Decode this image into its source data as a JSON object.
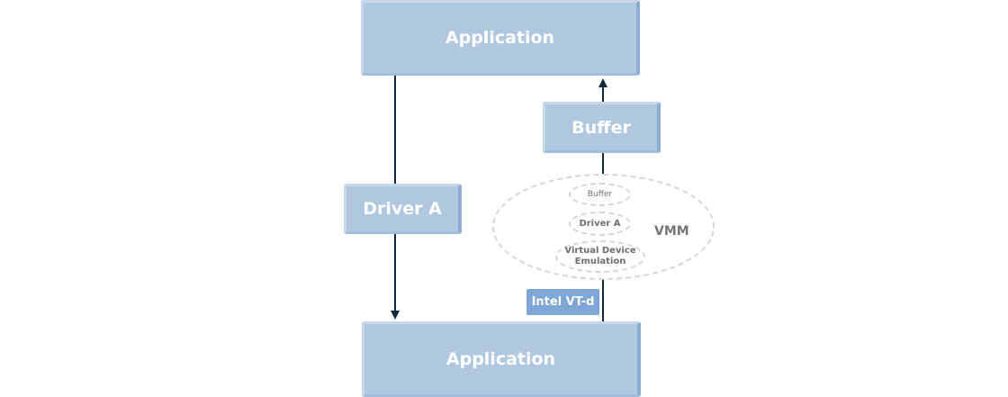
{
  "nodes": {
    "app_top": "Application",
    "app_bottom": "Application",
    "buffer": "Buffer",
    "driver_a": "Driver A",
    "intel_vtd": "Intel VT-d"
  },
  "vmm": {
    "label": "VMM",
    "items": [
      "Buffer",
      "Driver A",
      "Virtual Device Emulation"
    ]
  },
  "colors": {
    "box": "#b0c7e0",
    "box_accent": "#7ea6d6",
    "line": "#0f2a40",
    "dashed": "#d6d6d6"
  }
}
